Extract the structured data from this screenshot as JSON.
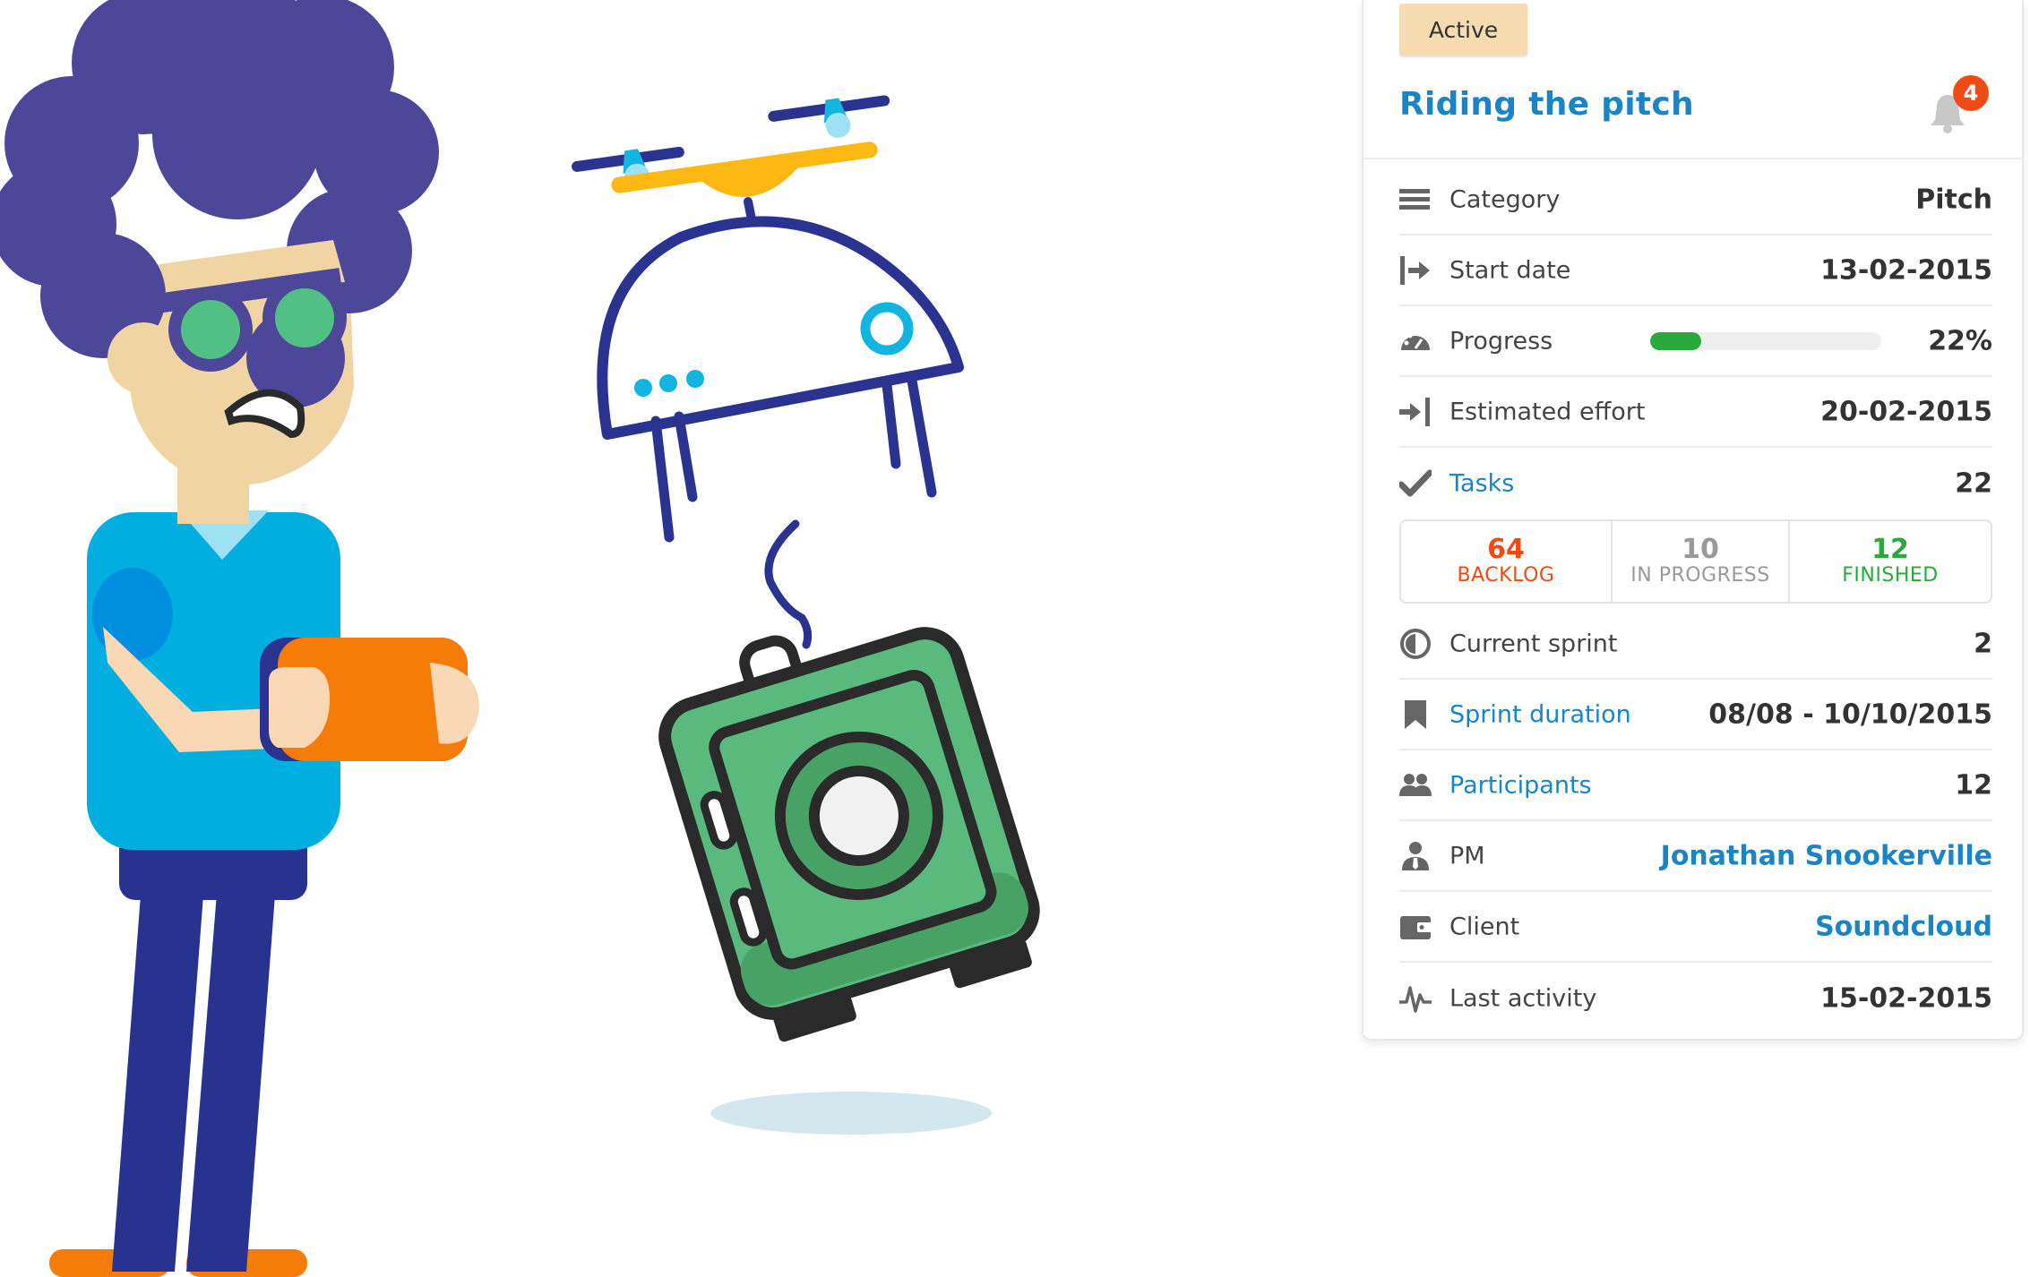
{
  "project": {
    "status": "Active",
    "title": "Riding the pitch",
    "notifications": "4"
  },
  "details": {
    "category": {
      "label": "Category",
      "value": "Pitch"
    },
    "start_date": {
      "label": "Start date",
      "value": "13-02-2015"
    },
    "progress": {
      "label": "Progress",
      "value": "22%",
      "percent": 22
    },
    "estimated_effort": {
      "label": "Estimated effort",
      "value": "20-02-2015"
    },
    "tasks": {
      "label": "Tasks",
      "value": "22"
    },
    "current_sprint": {
      "label": "Current sprint",
      "value": "2"
    },
    "sprint_duration": {
      "label": "Sprint duration",
      "value": "08/08 - 10/10/2015"
    },
    "participants": {
      "label": "Participants",
      "value": "12"
    },
    "pm": {
      "label": "PM",
      "value": "Jonathan Snookerville"
    },
    "client": {
      "label": "Client",
      "value": "Soundcloud"
    },
    "last_activity": {
      "label": "Last activity",
      "value": "15-02-2015"
    }
  },
  "task_breakdown": {
    "backlog": {
      "count": "64",
      "label": "BACKLOG"
    },
    "in_progress": {
      "count": "10",
      "label": "IN PROGRESS"
    },
    "finished": {
      "count": "12",
      "label": "FINISHED"
    }
  },
  "colors": {
    "link": "#1a84c4",
    "badge": "#f7dcb1",
    "alert": "#ee4b16",
    "progress": "#2aaa3c"
  },
  "icons": [
    "list-icon",
    "start-icon",
    "dashboard-icon",
    "end-icon",
    "check-icon",
    "half-circle-icon",
    "bookmark-icon",
    "people-icon",
    "person-tie-icon",
    "wallet-icon",
    "activity-icon",
    "bell-icon"
  ]
}
